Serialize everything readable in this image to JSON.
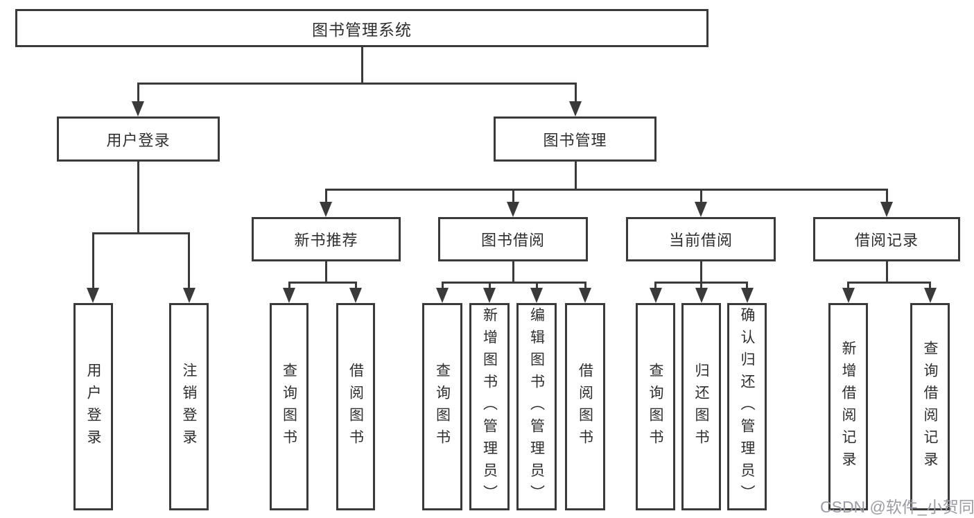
{
  "diagram_title": "图书管理系统",
  "nodes": {
    "root": {
      "label": "图书管理系统"
    },
    "level2": {
      "user_login": {
        "label": "用户登录"
      },
      "book_mgmt": {
        "label": "图书管理"
      }
    },
    "level3": {
      "new_book_rec": {
        "label": "新书推荐"
      },
      "book_borrow": {
        "label": "图书借阅"
      },
      "current_borrow": {
        "label": "当前借阅"
      },
      "borrow_records": {
        "label": "借阅记录"
      }
    },
    "leaves": {
      "user_login": {
        "label": "用户登录"
      },
      "logout": {
        "label": "注销登录"
      },
      "nb_query": {
        "label": "查询图书"
      },
      "nb_borrow": {
        "label": "借阅图书"
      },
      "bb_query": {
        "label": "查询图书"
      },
      "bb_add": {
        "label": "新增图书（管理员）"
      },
      "bb_edit": {
        "label": "编辑图书（管理员）"
      },
      "bb_borrow": {
        "label": "借阅图书"
      },
      "cb_query": {
        "label": "查询图书"
      },
      "cb_return": {
        "label": "归还图书"
      },
      "cb_confirm": {
        "label": "确认归还（管理员）"
      },
      "br_add": {
        "label": "新增借阅记录"
      },
      "br_query": {
        "label": "查询借阅记录"
      }
    }
  },
  "hierarchy": {
    "图书管理系统": {
      "用户登录": [
        "用户登录",
        "注销登录"
      ],
      "图书管理": {
        "新书推荐": [
          "查询图书",
          "借阅图书"
        ],
        "图书借阅": [
          "查询图书",
          "新增图书（管理员）",
          "编辑图书（管理员）",
          "借阅图书"
        ],
        "当前借阅": [
          "查询图书",
          "归还图书",
          "确认归还（管理员）"
        ],
        "借阅记录": [
          "新增借阅记录",
          "查询借阅记录"
        ]
      }
    }
  },
  "watermark": {
    "text": "CSDN @软件_小贺同学"
  },
  "colors": {
    "line": "#3a3a3a",
    "text": "#2e2e2e",
    "watermark": "#9b9ba3",
    "background": "#ffffff"
  }
}
